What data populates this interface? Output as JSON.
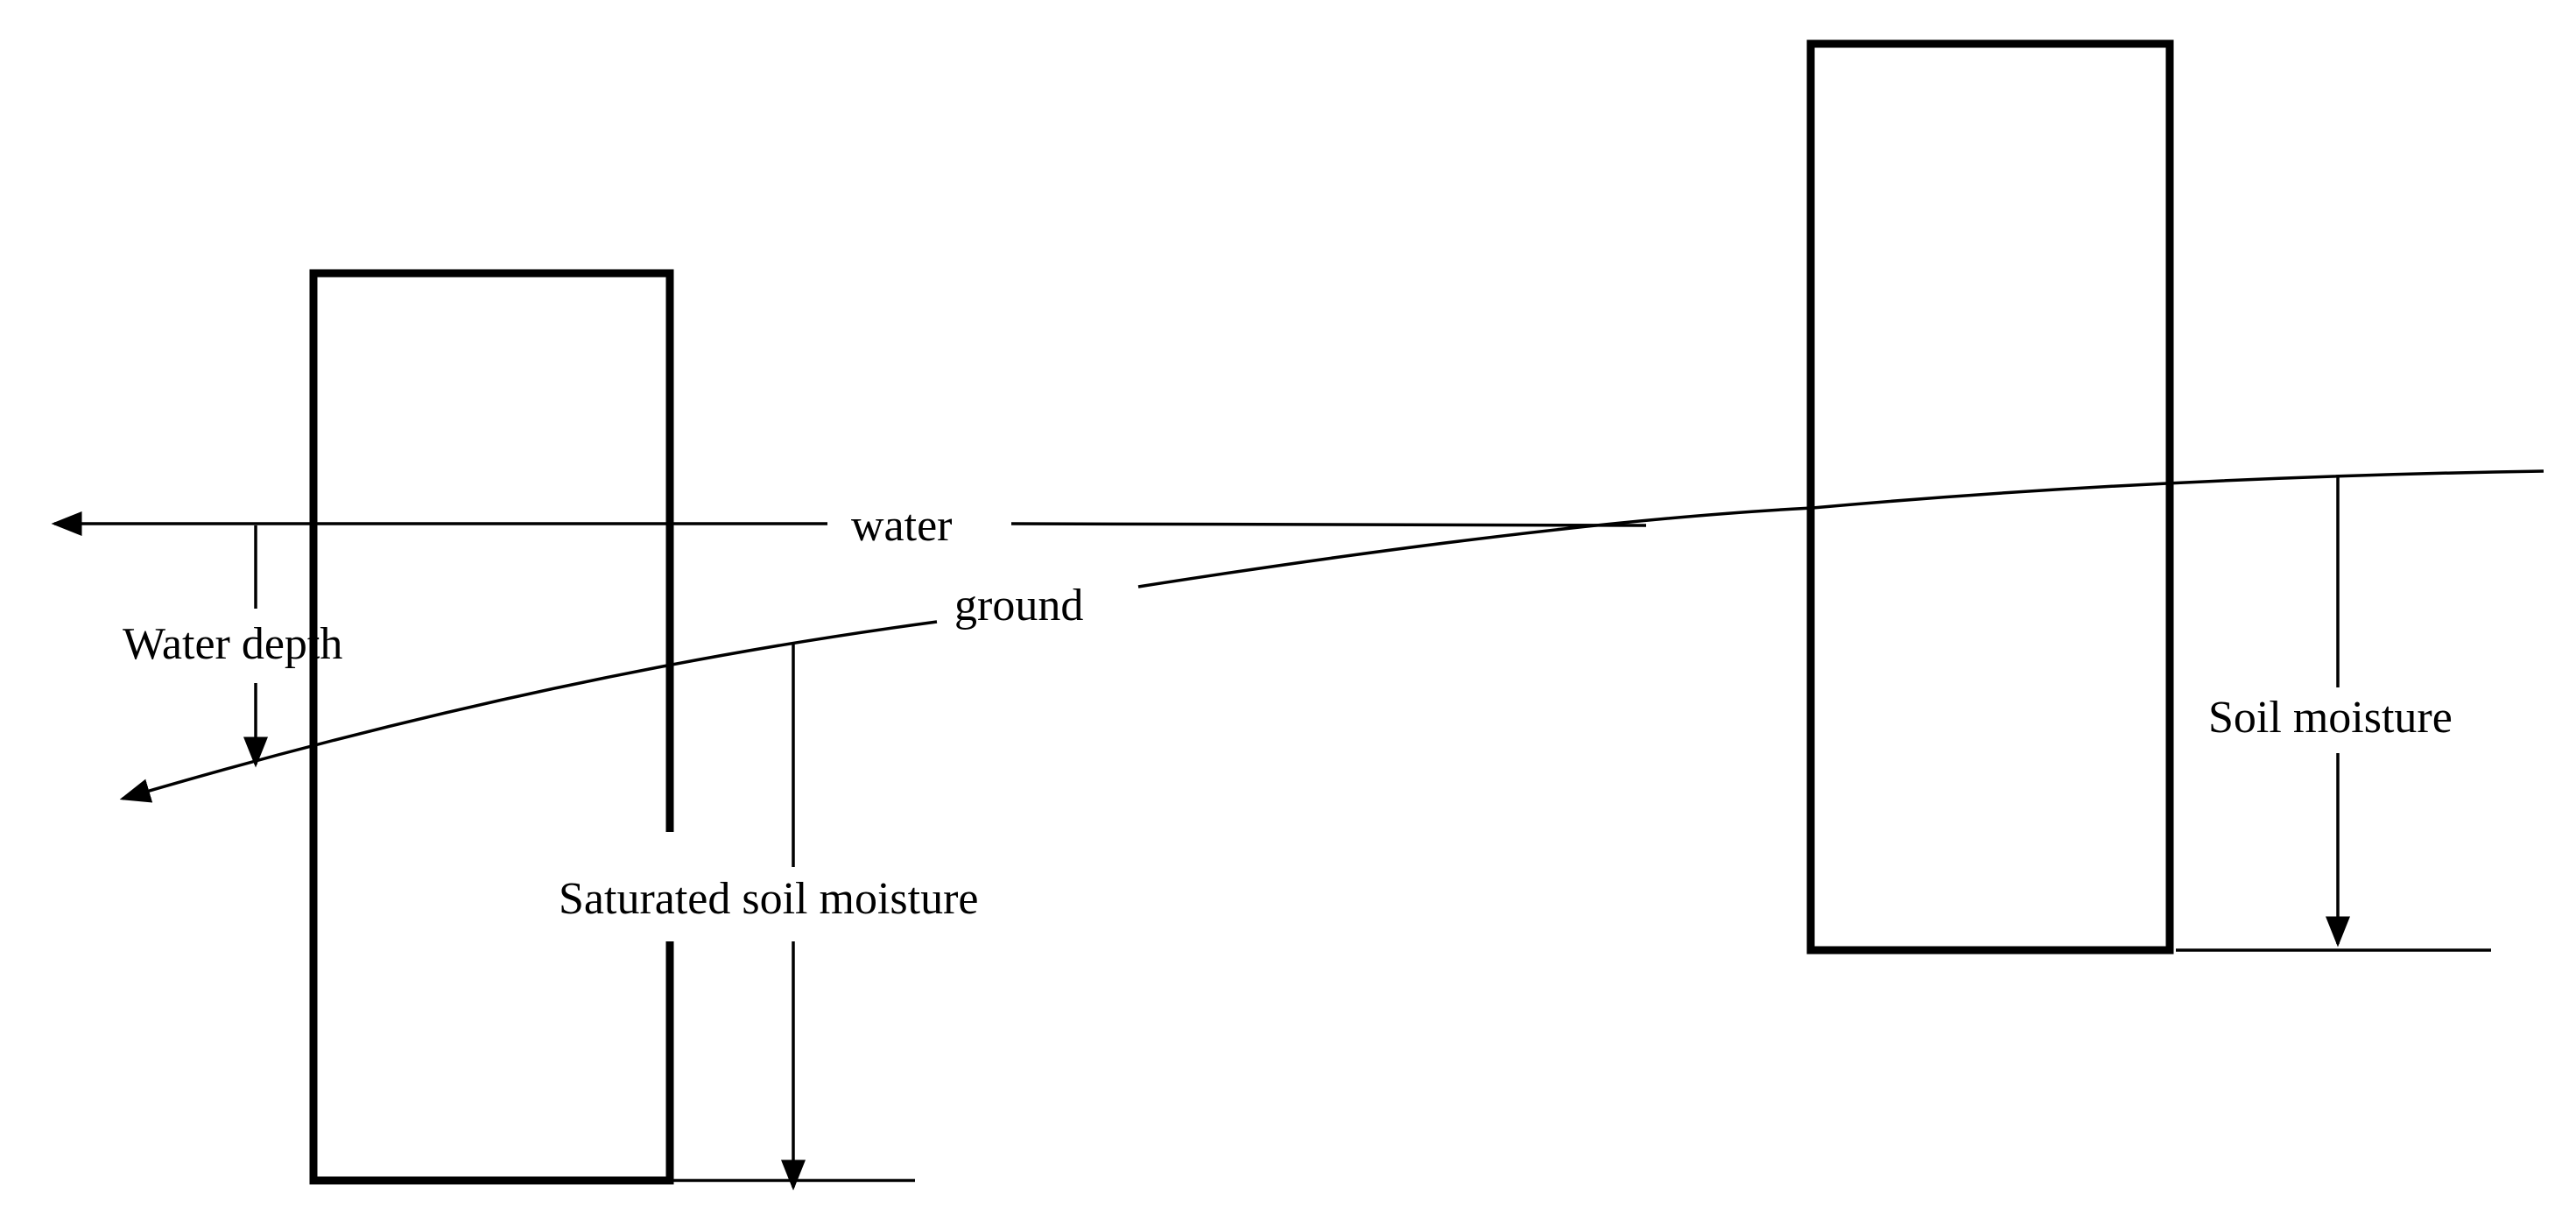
{
  "labels": {
    "water": "water",
    "ground": "ground",
    "water_depth": "Water depth",
    "saturated_soil_moisture": "Saturated soil  moisture",
    "soil_moisture": "Soil  moisture"
  },
  "colors": {
    "background": "#ffffff",
    "stroke": "#000000"
  }
}
